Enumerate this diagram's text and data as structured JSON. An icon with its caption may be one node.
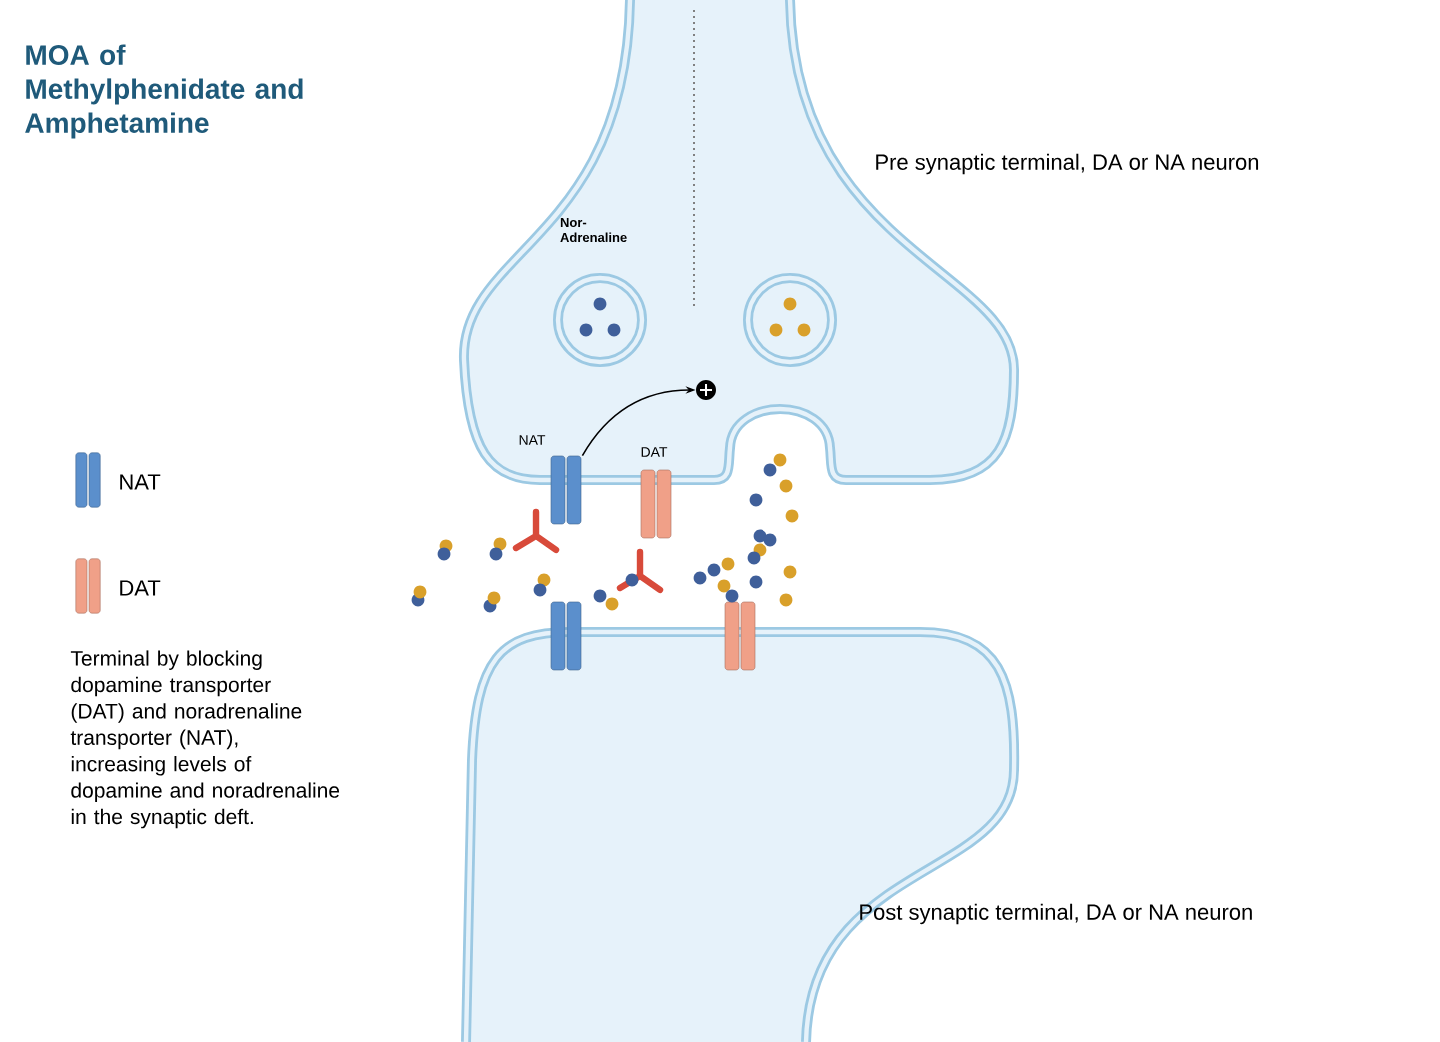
{
  "diagram": {
    "title": "MOA of Methylphenidate and Amphetamine",
    "nodes": [
      {
        "text": [
          "Pre synaptic terminal, DA or NA neuron"
        ]
      },
      {
        "text": [
          "Post synaptic terminal, DA or NA neuron"
        ]
      },
      {
        "text": [
          "NAT"
        ]
      },
      {
        "text": [],
        "shape": "circle",
        "in": 0
      }
    ],
    "edges": [
      {
        "from": 2,
        "to": 3,
        "arrow": "to"
      }
    ],
    "labels": [
      "Nor- Adrenaline",
      "DAT",
      "Terminal by blocking dopamine transporter (DAT) and noradrenaline transporter (NAT), increasing levels of dopamine and noradrenaline in the synaptic deft."
    ],
    "legend": [
      {
        "text": "NAT"
      },
      {
        "text": "DAT"
      }
    ]
  }
}
